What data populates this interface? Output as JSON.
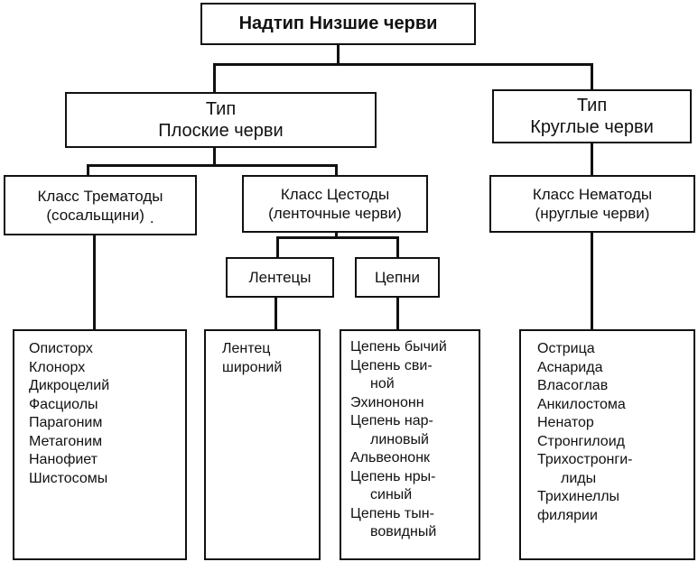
{
  "root": {
    "label": "Надтип Низшие черви"
  },
  "types": [
    {
      "lines": [
        "Тип",
        "Плоские черви"
      ]
    },
    {
      "lines": [
        "Тип",
        "Круглые черви"
      ]
    }
  ],
  "classes": [
    {
      "lines": [
        "Класс Трематоды",
        "(сосальщини)"
      ],
      "trailing_mark": "."
    },
    {
      "lines": [
        "Класс Цестоды",
        "(ленточные черви)"
      ]
    },
    {
      "lines": [
        "Класс Нематоды",
        "(нруглые черви)"
      ]
    }
  ],
  "subgroups": [
    {
      "label": "Лентецы"
    },
    {
      "label": "Цепни"
    }
  ],
  "lists": {
    "trematodes": [
      "Описторх",
      "Клонорх",
      "Дикроцелий",
      "Фасциолы",
      "Парагоним",
      "Метагоним",
      "Нанофиет",
      "Шистосомы"
    ],
    "lentecy": [
      "Лентец",
      "широний"
    ],
    "cepni": [
      "Цепень бычий",
      "Цепень сви-",
      "ной",
      "Эхинононн",
      "Цепень нар-",
      "линовый",
      "Альвеононк",
      "Цепень нры-",
      "синый",
      "Цепень тын-",
      "вовидный"
    ],
    "nematodes": [
      "Острица",
      "Аснарида",
      "Власоглав",
      "Анкилостома",
      "Ненатор",
      "Стронгилоид",
      "Трихостронги-",
      "лиды",
      "Трихинеллы",
      "филярии"
    ]
  },
  "colors": {
    "line": "#111111",
    "background": "#ffffff"
  }
}
